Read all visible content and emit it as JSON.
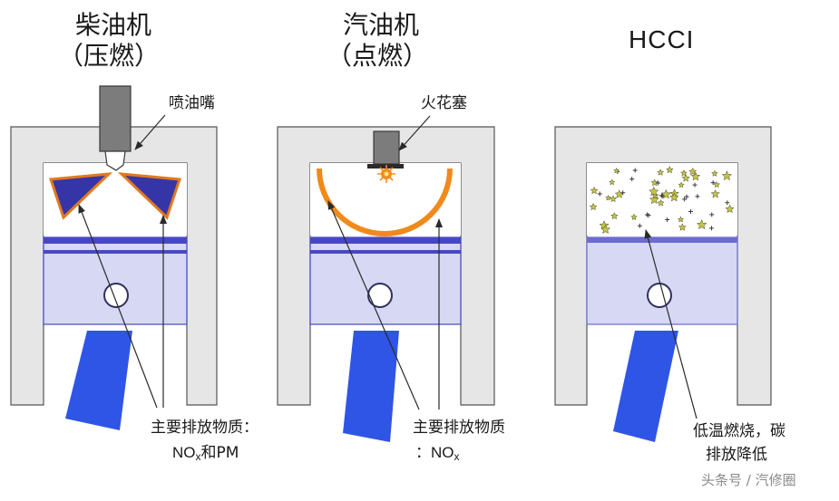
{
  "engines": [
    {
      "id": "diesel",
      "title": "柴油机",
      "subtitle": "（压燃）",
      "component_label": "喷油嘴",
      "emissions_label": "主要排放物质：",
      "emissions_detail_pre": "NO",
      "emissions_detail_sub": "x",
      "emissions_detail_post": "和PM"
    },
    {
      "id": "gasoline",
      "title": "汽油机",
      "subtitle": "（点燃）",
      "component_label": "火花塞",
      "emissions_label": "主要排放物质",
      "emissions_detail_pre": "：NO",
      "emissions_detail_sub": "x"
    },
    {
      "id": "hcci",
      "title": "HCCI",
      "emissions_label": "低温燃烧，碳",
      "emissions_label2": "排放降低"
    }
  ],
  "watermark": "头条号 / 汽修圈",
  "colors": {
    "cylinder_wall": "#e6e6e6",
    "piston": "#d6d8f4",
    "piston_ring": "#4848c4",
    "rod": "#2f55e6",
    "spray": "#3535a8",
    "spray_edge": "#e07a1f",
    "flame": "#f08a1a",
    "spark": "#f58a1a",
    "star": "#c4c44a",
    "arrow": "#3a3a3a"
  },
  "icons": [
    "injector-icon",
    "spark-plug-icon",
    "spark-icon",
    "flame-front",
    "fuel-spray",
    "autoignition-particles"
  ]
}
